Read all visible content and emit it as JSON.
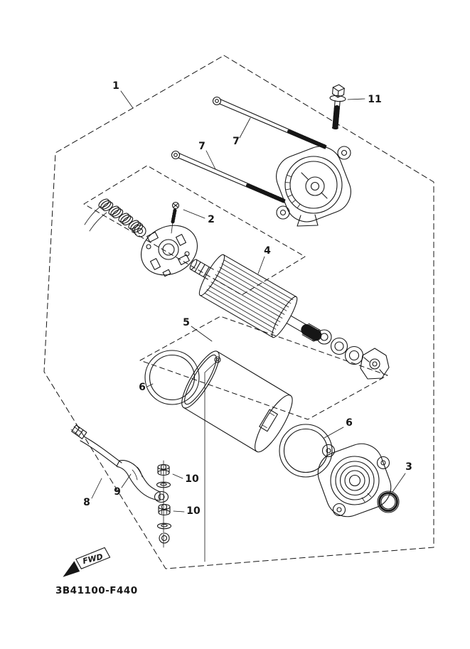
{
  "page": {
    "background": "#ffffff",
    "ink_color": "#161616"
  },
  "diagram": {
    "part_code": "3B41100-F440",
    "fwd_label": "FWD",
    "callouts": {
      "c1": "1",
      "c2": "2",
      "c3": "3",
      "c4": "4",
      "c5": "5",
      "c6a": "6",
      "c6b": "6",
      "c7a": "7",
      "c7b": "7",
      "c8": "8",
      "c9": "9",
      "c10a": "10",
      "c10b": "10",
      "c11": "11"
    }
  }
}
